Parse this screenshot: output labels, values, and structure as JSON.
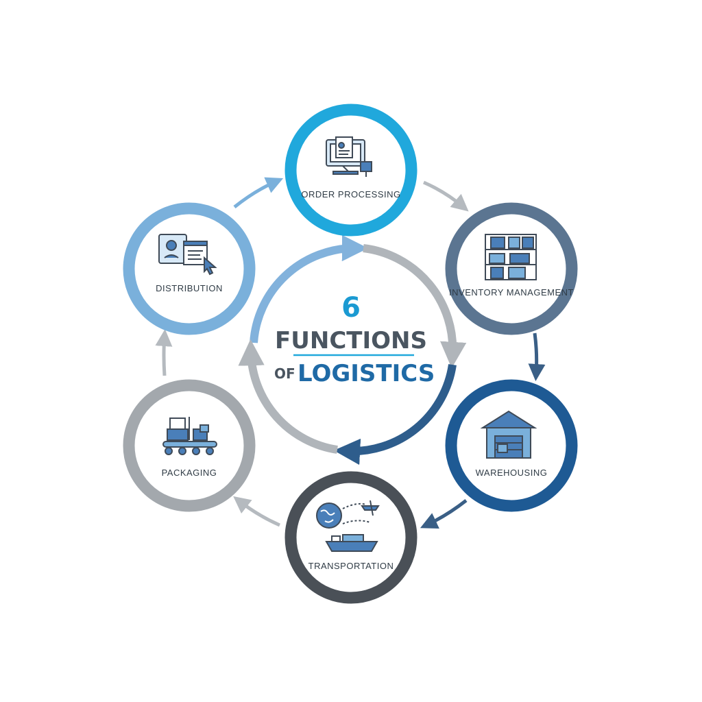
{
  "title": {
    "number": "6",
    "line1": "FUNCTIONS",
    "of": "OF",
    "line2": "LOGISTICS"
  },
  "functions": [
    {
      "label": "ORDER PROCESSING",
      "icon": "order-processing-icon",
      "color": "#20a8dc"
    },
    {
      "label": "INVENTORY MANAGEMENT",
      "icon": "inventory-shelves-icon",
      "color": "#5b7591"
    },
    {
      "label": "WAREHOUSING",
      "icon": "warehouse-icon",
      "color": "#1e5a94"
    },
    {
      "label": "TRANSPORTATION",
      "icon": "globe-ship-plane-icon",
      "color": "#4a5057"
    },
    {
      "label": "PACKAGING",
      "icon": "forklift-conveyor-icon",
      "color": "#a3a8ad"
    },
    {
      "label": "DISTRIBUTION",
      "icon": "computer-screens-icon",
      "color": "#7ab0db"
    }
  ],
  "colors": {
    "accent": "#20a8dc",
    "inner_ring_light": "#82b2dc",
    "inner_ring_gray": "#b0b5ba",
    "inner_ring_dark": "#2e5d8c",
    "arrow_gray": "#b5babf",
    "icon_blue": "#4a7fb9"
  }
}
